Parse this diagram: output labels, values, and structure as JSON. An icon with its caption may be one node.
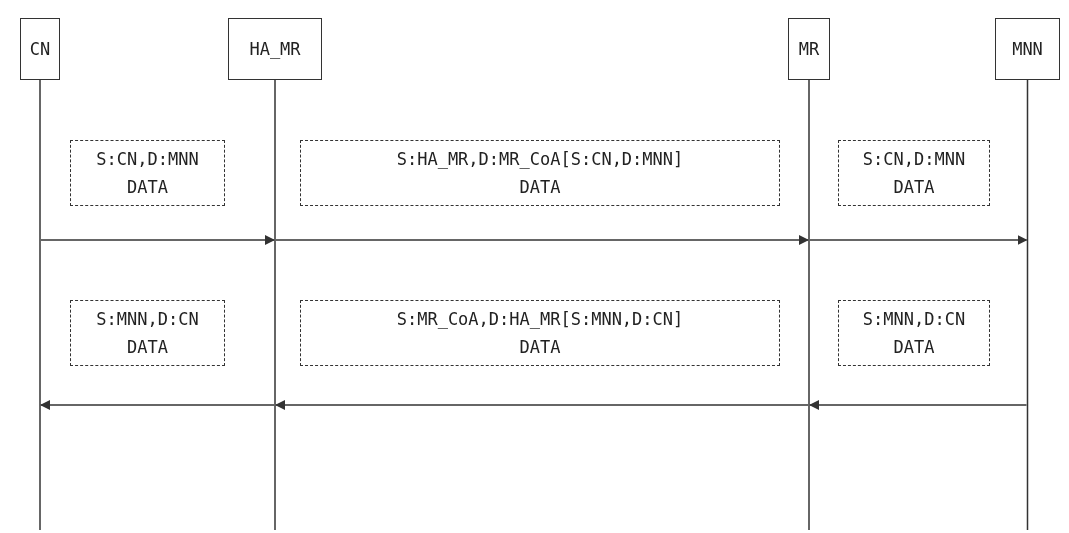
{
  "diagram": {
    "nodes": [
      {
        "text": [
          "CN"
        ]
      },
      {
        "text": [
          "HA_MR"
        ]
      },
      {
        "text": [
          "MR"
        ]
      },
      {
        "text": [
          "MNN"
        ]
      },
      {
        "text": [
          "S:CN,D:MNN",
          "DATA"
        ]
      },
      {
        "text": [
          "S:HA_MR,D:MR_CoA[S:CN,D:MNN]",
          "DATA"
        ]
      },
      {
        "text": [
          "S:CN,D:MNN",
          "DATA"
        ]
      },
      {
        "text": [
          "S:MNN,D:CN",
          "DATA"
        ]
      },
      {
        "text": [
          "S:MR_CoA,D:HA_MR[S:MNN,D:CN]",
          "DATA"
        ]
      },
      {
        "text": [
          "S:MNN,D:CN",
          "DATA"
        ]
      }
    ],
    "edges": [
      {
        "from": 0,
        "to": 1,
        "arrow": "to"
      },
      {
        "from": 1,
        "to": 2,
        "arrow": "to"
      },
      {
        "from": 2,
        "to": 3,
        "arrow": "to"
      },
      {
        "from": 3,
        "to": 2,
        "arrow": "to"
      },
      {
        "from": 2,
        "to": 1,
        "arrow": "to"
      },
      {
        "from": 1,
        "to": 0,
        "arrow": "to"
      }
    ]
  }
}
